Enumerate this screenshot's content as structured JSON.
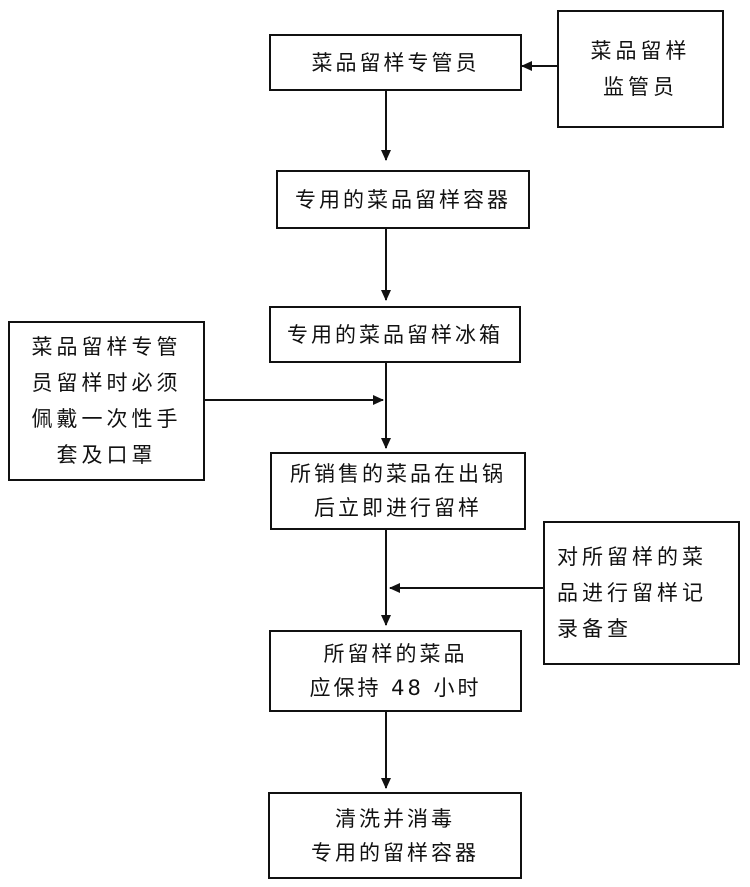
{
  "flow": {
    "step1": "菜品留样专管员",
    "step2": "专用的菜品留样容器",
    "step3": "专用的菜品留样冰箱",
    "step4": [
      "所销售的菜品在出锅",
      "后立即进行留样"
    ],
    "step5": [
      "所留样的菜品",
      "应保持 48 小时"
    ],
    "step6": [
      "清洗并消毒",
      "专用的留样容器"
    ]
  },
  "side": {
    "supervisor": [
      "菜品留样",
      "监管员"
    ],
    "gloves_note": [
      "菜品留样专管",
      "员留样时必须",
      "佩戴一次性手",
      "套及口罩"
    ],
    "record_note": [
      "对所留样的菜",
      "品进行留样记",
      "录备查"
    ]
  }
}
